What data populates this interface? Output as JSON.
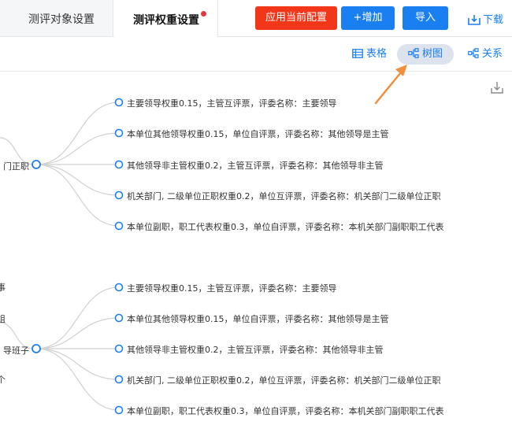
{
  "tabs": [
    {
      "label": "测评对象设置",
      "active": false
    },
    {
      "label": "测评权重设置",
      "active": true,
      "has_dot": true
    }
  ],
  "toolbar": {
    "apply_label": "应用当前配置",
    "add_label": "+增加",
    "import_label": "导入",
    "download_label": "下载"
  },
  "views": {
    "table_label": "表格",
    "tree_label": "树图",
    "relation_label": "关系",
    "selected": "树图"
  },
  "colors": {
    "accent": "#1a7ff0",
    "apply": "#f2361a",
    "badge": "#e4393c",
    "arrow": "#f0903c"
  },
  "tree": {
    "groups": [
      {
        "parent": "门正职",
        "children": [
          "主要领导权重0.15，主管互评票，评委名称：主要领导",
          "本单位其他领导权重0.15，单位自评票，评委名称：其他领导是主管",
          "其他领导非主管权重0.2，主管互评票，评委名称：其他领导非主管",
          "机关部门, 二级单位正职权重0.2，单位互评票，评委名称：机关部门二级单位正职",
          "本单位副职，职工代表权重0.3，单位自评票，评委名称：本机关部门副职职工代表"
        ]
      },
      {
        "parent": "导班子",
        "children": [
          "主要领导权重0.15，主管互评票，评委名称：主要领导",
          "本单位其他领导权重0.15，单位自评票，评委名称：其他领导是主管",
          "其他领导非主管权重0.2，主管互评票，评委名称：其他领导非主管",
          "机关部门, 二级单位正职权重0.2，单位互评票，评委名称：机关部门二级单位正职",
          "本单位副职，职工代表权重0.3，单位自评票，评委名称：本机关部门副职职工代表"
        ]
      }
    ],
    "partial_labels": [
      "事",
      "组",
      "个"
    ]
  }
}
